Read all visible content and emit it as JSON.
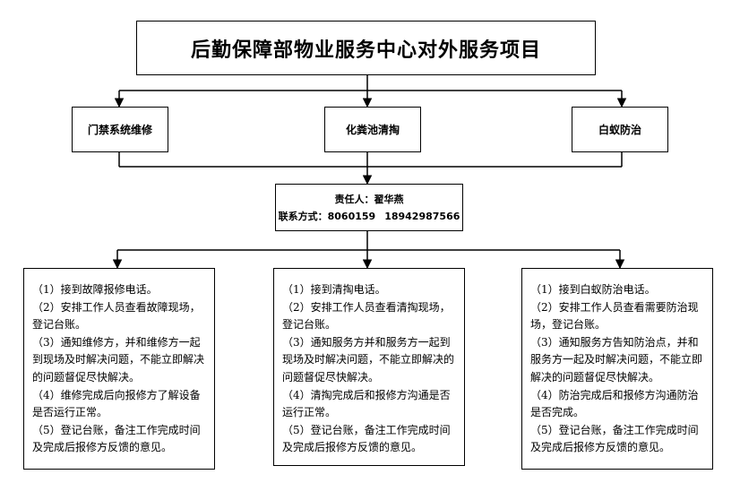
{
  "title": "后勤保障部物业服务中心对外服务项目",
  "services": [
    {
      "label": "门禁系统维修"
    },
    {
      "label": "化粪池清掏"
    },
    {
      "label": "白蚁防治"
    }
  ],
  "contact": {
    "person": "责任人：翟华燕",
    "phone_label": "联系方式：",
    "phone1": "8060159",
    "phone2": "18942987566"
  },
  "tasks": [
    {
      "lines": [
        "（1）接到故障报修电话。",
        "（2）安排工作人员查看故障现场，登记台账。",
        "（3）通知维修方，并和维修方一起到现场及时解决问题，不能立即解决的问题督促尽快解决。",
        "（4）维修完成后向报修方了解设备是否运行正常。",
        "（5）登记台账，备注工作完成时间及完成后报修方反馈的意见。"
      ]
    },
    {
      "lines": [
        "（1）接到清掏电话。",
        "（2）安排工作人员查看清掏现场，登记台账。",
        "（3）通知服务方并和服务方一起到现场及时解决问题，不能立即解决的问题督促尽快解决。",
        "（4）清掏完成后和报修方沟通是否运行正常。",
        "（5）登记台账，备注工作完成时间及完成后报修方反馈的意见。"
      ]
    },
    {
      "lines": [
        "（1）接到白蚁防治电话。",
        "（2）安排工作人员查看需要防治现场，登记台账。",
        "（3）通知服务方告知防治点，并和服务方一起及时解决问题，不能立即解决的问题督促尽快解决。",
        "（4）防治完成后和报修方沟通防治是否完成。",
        "（5）登记台账，备注工作完成时间及完成后报修方反馈的意见。"
      ]
    }
  ]
}
